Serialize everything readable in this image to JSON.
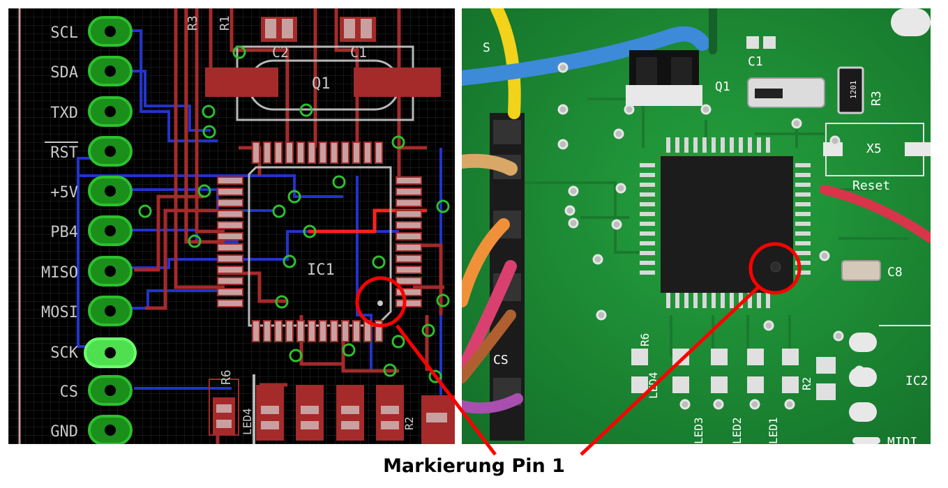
{
  "left_panel": {
    "pin_labels": [
      "SCL",
      "SDA",
      "TXD",
      "RST",
      "+5V",
      "PB4",
      "MISO",
      "MOSI",
      "SCK",
      "CS",
      "GND"
    ],
    "component_labels": {
      "c2": "C2",
      "c1": "C1",
      "q1": "Q1",
      "ic1": "IC1",
      "r1": "R1",
      "r3": "R3",
      "r6": "R6",
      "led4": "LED4",
      "r2": "R2"
    }
  },
  "right_panel": {
    "silk_labels": {
      "c1": "C1",
      "q1": "Q1",
      "r3": "R3",
      "x5": "X5",
      "reset": "Reset",
      "c8": "C8",
      "cs": "CS",
      "r6": "R6",
      "led4": "LED4",
      "led3": "LED3",
      "led2": "LED2",
      "led1": "LED1",
      "r2": "R2",
      "ic2": "IC2",
      "s": "S",
      "midi": "MIDI",
      "resistor_code": "1201"
    }
  },
  "caption": "Markierung Pin 1",
  "colors": {
    "highlight": "#ff0000",
    "pcb_background": "#000000",
    "copper_top": "#a52a2a",
    "copper_bottom": "#2233cc",
    "via_ring": "#2ec02e",
    "board_green": "#1e8a34"
  }
}
